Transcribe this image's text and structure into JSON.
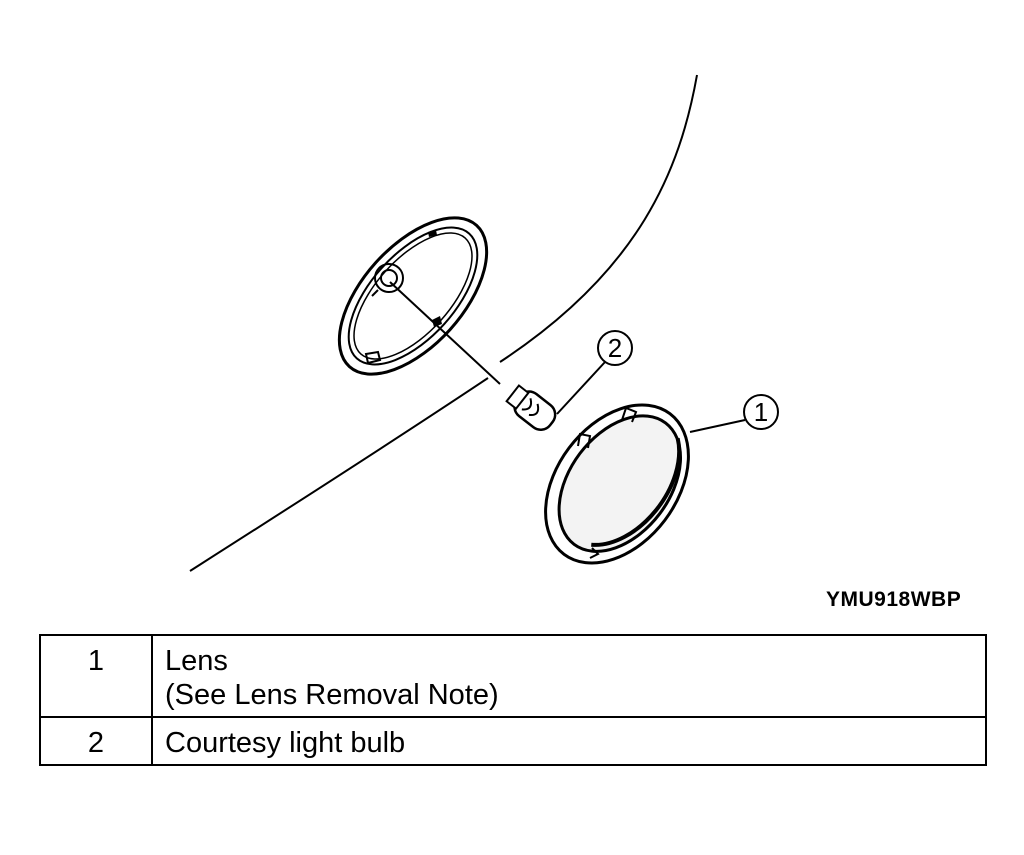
{
  "figure": {
    "code": "YMU918WBP",
    "callouts": [
      {
        "number": "1",
        "part": "lens"
      },
      {
        "number": "2",
        "part": "bulb"
      }
    ]
  },
  "legend": {
    "rows": [
      {
        "number": "1",
        "lines": [
          "Lens",
          "(See Lens Removal Note)"
        ]
      },
      {
        "number": "2",
        "lines": [
          "Courtesy light bulb"
        ]
      }
    ]
  }
}
